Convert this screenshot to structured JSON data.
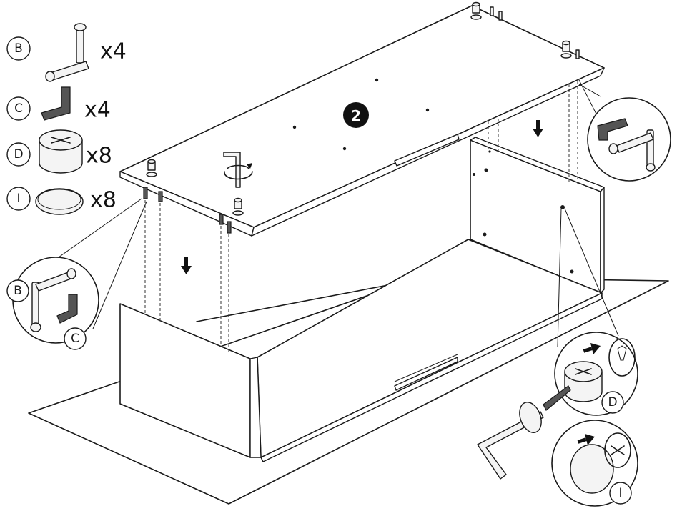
{
  "step": {
    "number": "2"
  },
  "parts": [
    {
      "letter": "B",
      "quantity": "x4",
      "icon": "cam-bolt-icon"
    },
    {
      "letter": "C",
      "quantity": "x4",
      "icon": "corner-dowel-icon"
    },
    {
      "letter": "D",
      "quantity": "x8",
      "icon": "cam-lock-icon"
    },
    {
      "letter": "I",
      "quantity": "x8",
      "icon": "cover-cap-icon"
    }
  ],
  "callouts": {
    "left_labels": [
      "B",
      "C"
    ],
    "cam_detail_label": "D",
    "cap_detail_label": "I"
  },
  "colors": {
    "line": "#1a1a1a",
    "badge": "#111111",
    "background": "#ffffff"
  }
}
